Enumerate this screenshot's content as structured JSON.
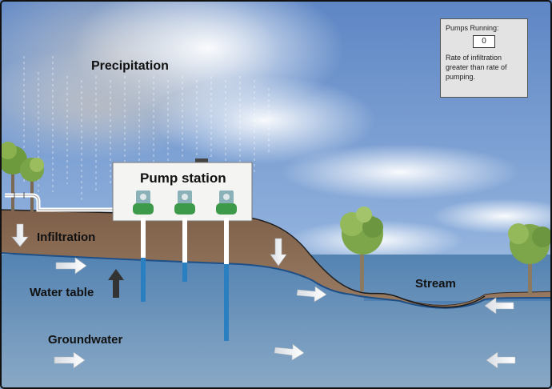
{
  "labels": {
    "precipitation": "Precipitation",
    "pump_station": "Pump station",
    "infiltration": "Infiltration",
    "water_table": "Water table",
    "groundwater": "Groundwater",
    "stream": "Stream"
  },
  "status_panel": {
    "title": "Pumps Running:",
    "pumps_running": "0",
    "message": "Rate of infiltration greater than rate of pumping."
  },
  "colors": {
    "sky_top": "#5f89c8",
    "sky_bottom": "#b9cfe8",
    "soil": "#8a6a52",
    "groundwater": "#5d8cb8",
    "well_pipe": "#2a7fc0",
    "pump_green": "#3c9a4a"
  }
}
